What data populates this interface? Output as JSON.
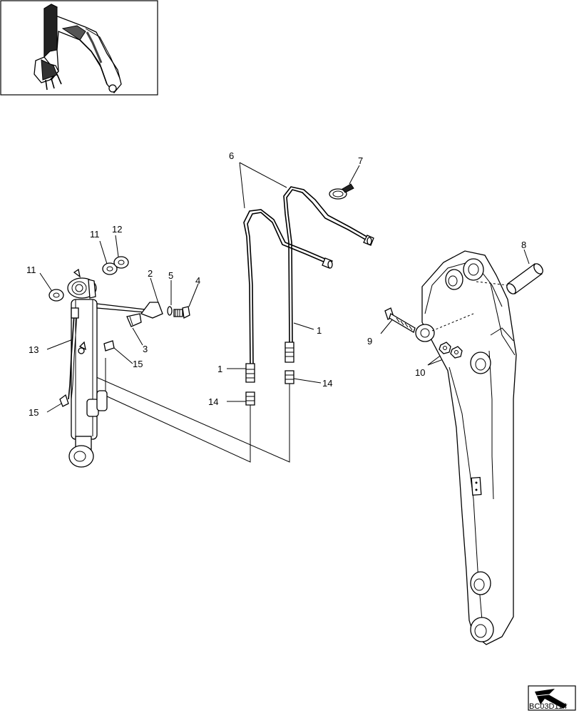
{
  "callouts": {
    "c1a": "1",
    "c1b": "1",
    "c2": "2",
    "c3": "3",
    "c4": "4",
    "c5": "5",
    "c6": "6",
    "c7": "7",
    "c8": "8",
    "c9": "9",
    "c10": "10",
    "c11a": "11",
    "c11b": "11",
    "c12": "12",
    "c13": "13",
    "c14a": "14",
    "c14b": "14",
    "c15a": "15",
    "c15b": "15"
  },
  "drawing_code": "BC03D114"
}
